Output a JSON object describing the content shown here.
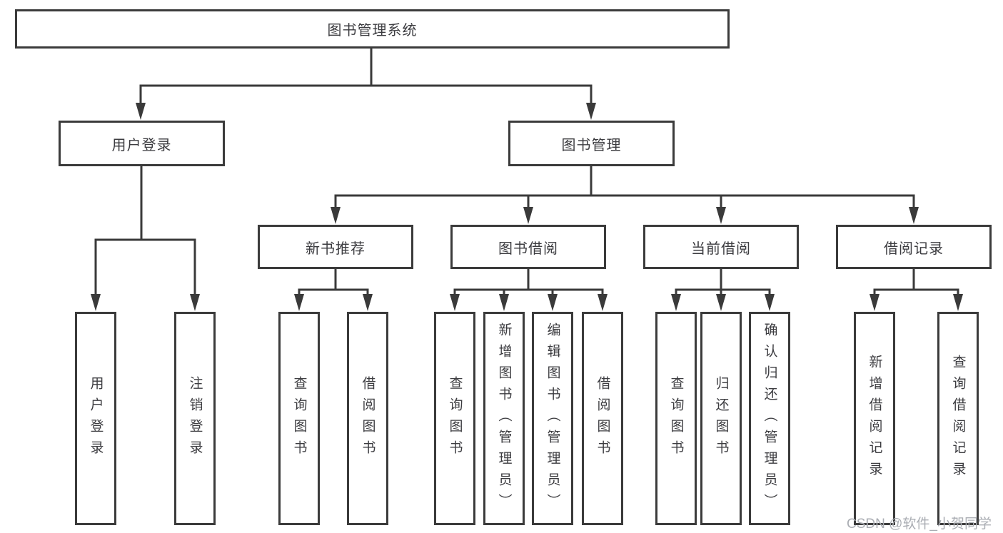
{
  "diagram": {
    "title": "图书管理系统",
    "level2": [
      {
        "label": "用户登录"
      },
      {
        "label": "图书管理"
      }
    ],
    "level3": [
      {
        "label": "新书推荐"
      },
      {
        "label": "图书借阅"
      },
      {
        "label": "当前借阅"
      },
      {
        "label": "借阅记录"
      }
    ],
    "leaves": [
      {
        "label": "用户登录"
      },
      {
        "label": "注销登录"
      },
      {
        "label": "查询图书"
      },
      {
        "label": "借阅图书"
      },
      {
        "label": "查询图书"
      },
      {
        "label": "新增图书（管理员）"
      },
      {
        "label": "编辑图书（管理员）"
      },
      {
        "label": "借阅图书"
      },
      {
        "label": "查询图书"
      },
      {
        "label": "归还图书"
      },
      {
        "label": "确认归还（管理员）"
      },
      {
        "label": "新增借阅记录"
      },
      {
        "label": "查询借阅记录"
      }
    ],
    "watermark": "CSDN @软件_小贺同学",
    "colors": {
      "line": "#3a3a3a",
      "text": "#3c3c40",
      "watermark": "#aaadb3",
      "background": "#ffffff"
    }
  }
}
